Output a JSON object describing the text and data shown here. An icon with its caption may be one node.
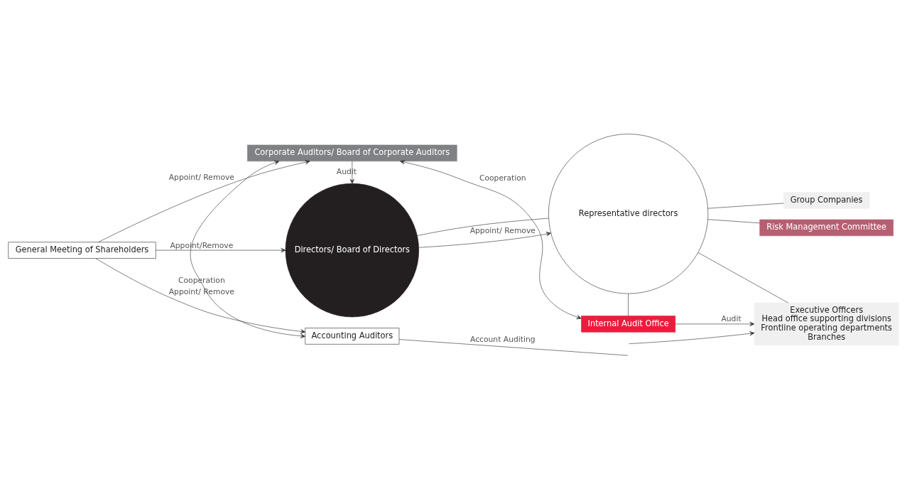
{
  "diagram": {
    "nodes": [
      {
        "text": [
          "General Meeting of Shareholders"
        ]
      },
      {
        "text": [
          "Directors/ Board of Directors"
        ]
      },
      {
        "text": [
          "Representative directors"
        ]
      },
      {
        "text": [
          "Risk Management Committee"
        ]
      },
      {
        "text": [
          "Executive Officers",
          "Head office supporting divisions",
          "Frontline operating departments",
          "Branches"
        ]
      },
      {
        "text": [
          "Group Companies"
        ]
      },
      {
        "text": [
          "Internal Audit Office"
        ]
      },
      {
        "text": [
          "Corporate Auditors/ Board of Corporate Auditors"
        ]
      },
      {
        "text": [
          "Accounting Auditors"
        ]
      }
    ],
    "edges": [
      {
        "from": 0,
        "to": 1,
        "arrow": "to",
        "label": "Appoint/Remove"
      },
      {
        "from": 1,
        "to": 2,
        "arrow": "to",
        "label": "Appoint/ Remove"
      },
      {
        "from": 1,
        "to": 2,
        "arrow": "none"
      },
      {
        "from": 2,
        "to": 3,
        "arrow": "none"
      },
      {
        "from": 2,
        "to": 4,
        "arrow": "none"
      },
      {
        "from": 2,
        "to": 5,
        "arrow": "none"
      },
      {
        "from": 2,
        "to": 6,
        "arrow": "none"
      },
      {
        "from": null,
        "to": 4,
        "arrow": "to"
      },
      {
        "from": 6,
        "to": 4,
        "arrow": "to",
        "label": "Audit"
      },
      {
        "from": 0,
        "to": 7,
        "arrow": "to",
        "label": "Appoint/ Remove"
      },
      {
        "from": 0,
        "to": 8,
        "arrow": "to",
        "label": "Appoint/ Remove"
      },
      {
        "from": 7,
        "to": 1,
        "arrow": "to",
        "label": "Audit"
      },
      {
        "from": 6,
        "to": 7,
        "arrow": "both",
        "label": "Cooperation"
      },
      {
        "from": 7,
        "to": 8,
        "arrow": "both",
        "label": "Cooperation"
      },
      {
        "from": 8,
        "to": null,
        "arrow": "none",
        "label": "Account Auditing"
      }
    ]
  }
}
